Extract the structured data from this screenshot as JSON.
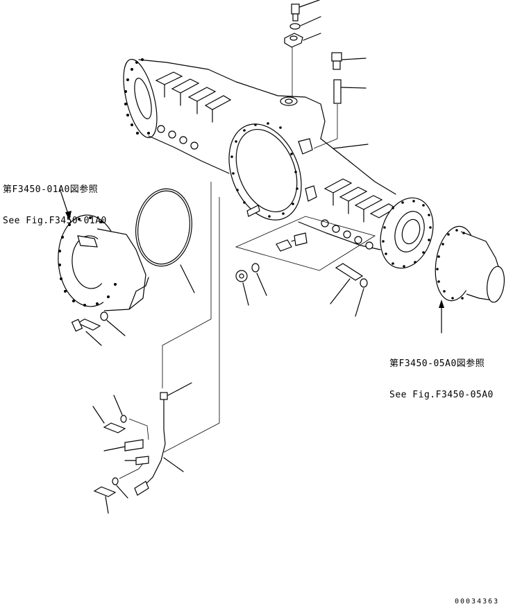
{
  "diagram": {
    "references": {
      "left": {
        "jp": "第F3450-01A0図参照",
        "en": "See Fig.F3450-01A0"
      },
      "right": {
        "jp": "第F3450-05A0図参照",
        "en": "See Fig.F3450-05A0"
      }
    },
    "drawing_number": "00034363"
  }
}
